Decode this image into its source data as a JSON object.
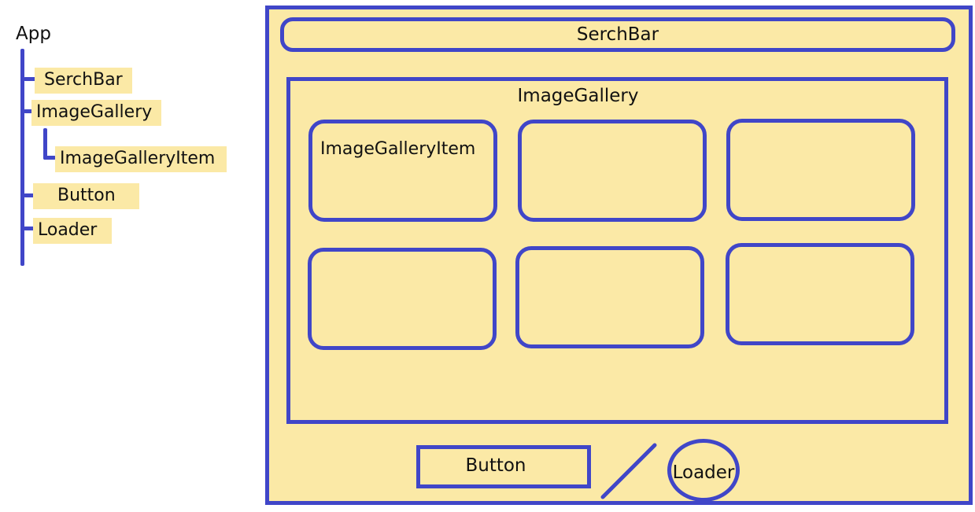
{
  "tree": {
    "root_label": "App",
    "items": [
      {
        "label": "SerchBar"
      },
      {
        "label": "ImageGallery"
      },
      {
        "label": "ImageGalleryItem"
      },
      {
        "label": "Button"
      },
      {
        "label": "Loader"
      }
    ]
  },
  "mockup": {
    "searchbar_label": "SerchBar",
    "gallery_label": "ImageGallery",
    "gallery_item_label": "ImageGalleryItem",
    "button_label": "Button",
    "loader_label": "Loader"
  },
  "colors": {
    "stroke": "#4046c8",
    "fill": "#fbe9a6"
  }
}
